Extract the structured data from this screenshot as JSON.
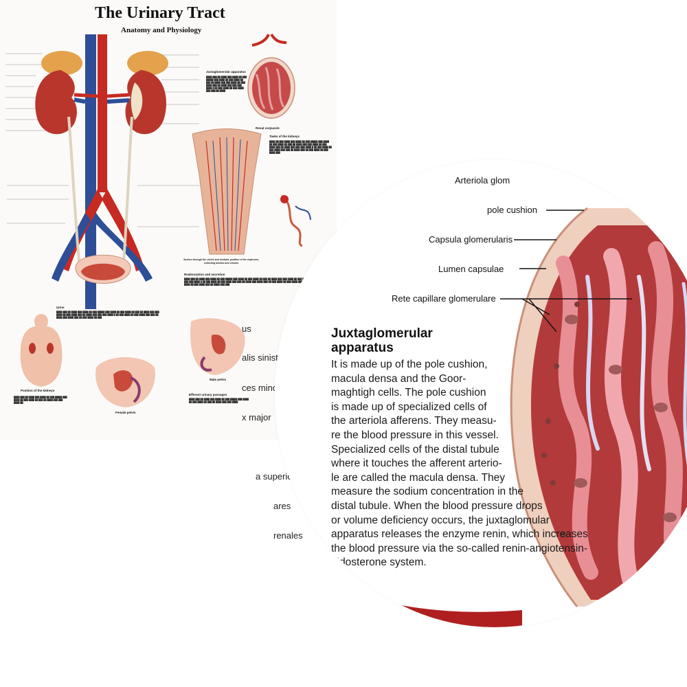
{
  "poster": {
    "title": "The Urinary Tract",
    "subtitle": "Anatomy and Physiology",
    "section_heads": {
      "jga": "Juxtaglomerular apparatus",
      "renal_corpuscle": "Renal corpuscle",
      "tasks": "Tasks of the kidneys",
      "section": "Section through the cortex and medulla, position of the nephrons, collecting tubules and vessels",
      "reabsorption": "Reabsorption and secretion",
      "urine": "Urine",
      "position": "Position of the kidneys",
      "female": "Female pelvis",
      "male": "Male pelvis",
      "efferent": "Efferent urinary passages"
    },
    "label_fragments": [
      "us",
      "alis sinistra",
      "ces minores",
      "x major",
      "a superior",
      "ares",
      "renales"
    ]
  },
  "magnifier": {
    "labels": {
      "arteriola": "Arteriola glom",
      "pole_cushion": "pole cushion",
      "capsula": "Capsula glomerularis",
      "lumen": "Lumen capsulae",
      "rete": "Rete capillare glomerulare"
    },
    "heading_line1": "Juxtaglomerular",
    "heading_line2": "apparatus",
    "body_lines": [
      "It is made up of the pole cushion,",
      "macula densa and the Goor-",
      "maghtigh cells. The pole cushion",
      "is made up of specialized cells of",
      "the arteriola afferens. They measu-",
      "re the blood pressure in this vessel.",
      "Specialized cells of the distal tubule",
      "where it touches the afferent arterio-",
      "le are called the macula densa. They",
      "measure the sodium concentration in the",
      "distal tubule. When the blood pressure drops",
      "or volume deficiency occurs, the juxtaglomular",
      "apparatus releases the enzyme renin, which increases",
      "the blood pressure via the so-called renin-angiotensin-",
      "aldosterone system."
    ]
  },
  "colors": {
    "artery": "#c62a22",
    "vein": "#2e4e98",
    "kidney": "#b8362c",
    "capsule": "#f1d6c8"
  }
}
